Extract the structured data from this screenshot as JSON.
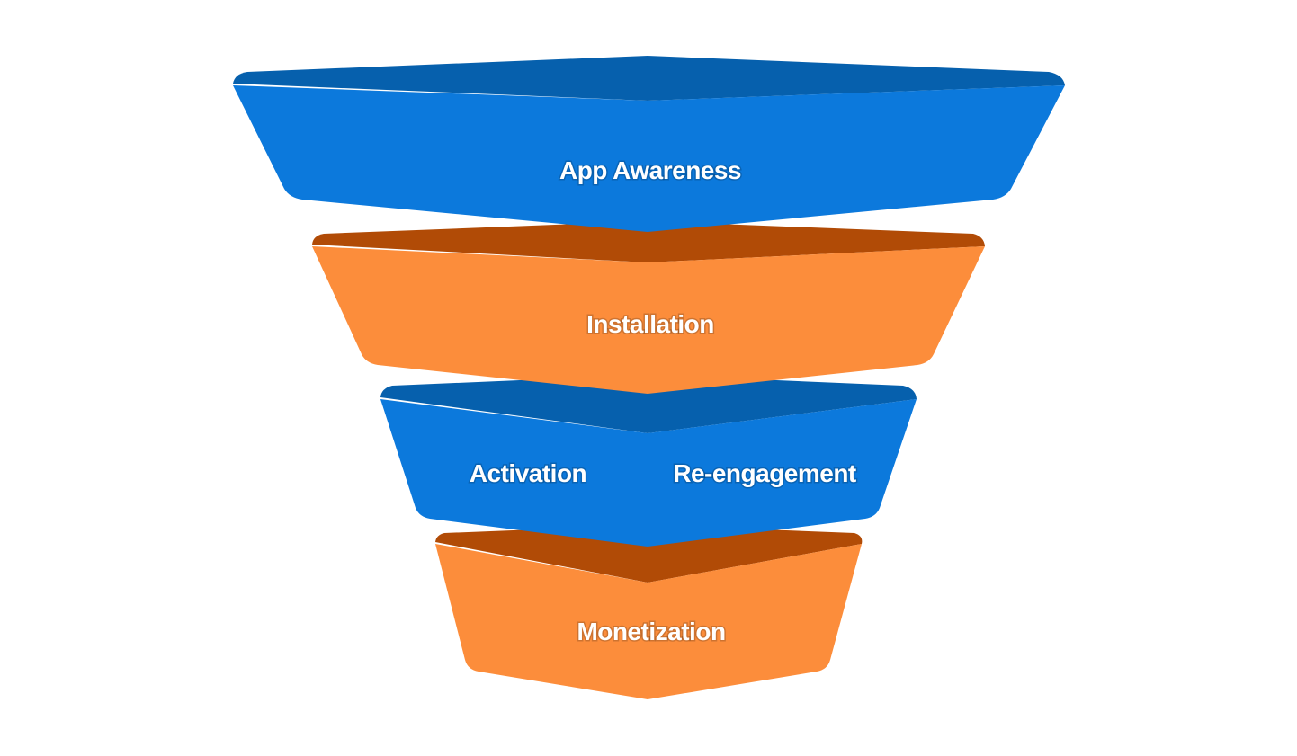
{
  "diagram": {
    "type": "funnel",
    "colors": {
      "blue": "#0c79dc",
      "blue_shade": "#0660ad",
      "orange": "#fc8d3b",
      "orange_shade": "#b14b06",
      "label": "#ffffff"
    },
    "stages": [
      {
        "labels": [
          "App Awareness"
        ],
        "color": "blue"
      },
      {
        "labels": [
          "Installation"
        ],
        "color": "orange"
      },
      {
        "labels": [
          "Activation",
          "Re-engagement"
        ],
        "color": "blue"
      },
      {
        "labels": [
          "Monetization"
        ],
        "color": "orange"
      }
    ]
  }
}
